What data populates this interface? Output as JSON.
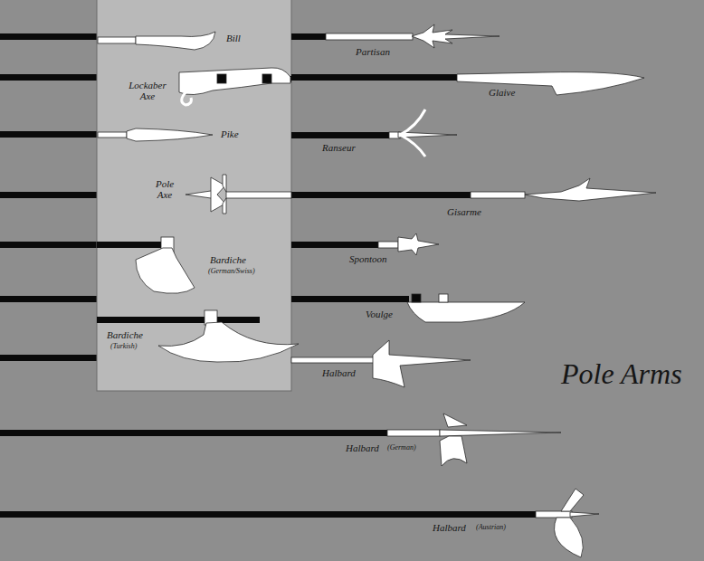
{
  "diagram": {
    "title": "Pole Arms",
    "labels": [
      "Bill",
      "Partisan",
      "Lockaber Axe",
      "Glaive",
      "Pike",
      "Ranseur",
      "Pole Axe",
      "Gisarme",
      "Bardiche",
      "(German/Swiss)",
      "Spontoon",
      "Voulge",
      "Bardiche",
      "(Turkish)",
      "Halbard",
      "Halbard",
      "(German)",
      "Halbard",
      "(Austrian)"
    ]
  }
}
